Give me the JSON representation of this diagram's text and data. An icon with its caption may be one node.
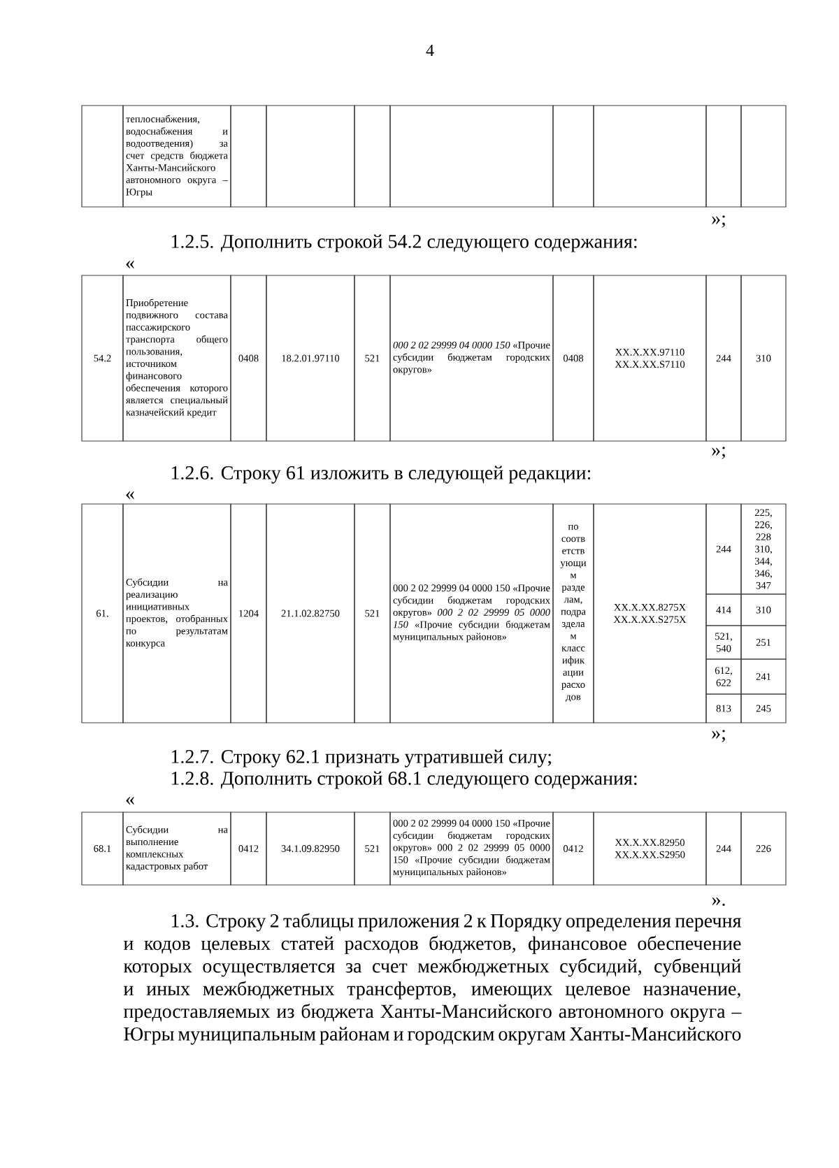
{
  "diagram": {
    "labels": [
      "4",
      "теплоснабжения, водоснабжения и водоотведения) за счет средств бюджета Ханты-Мансийского автономного округа – Югры",
      "»;",
      "1.2.5. Дополнить строкой 54.2 следующего содержания:",
      "«",
      "54.2",
      "Приобретение подвижного состава пассажирского транспорта общего пользования, источником финансового обеспечения которого является специальный казначейский кредит",
      "0408",
      "18.2.01.97110",
      "521",
      "*000 2 02 29999 04 0000 150* «Прочие субсидии бюджетам городских округов»",
      "0408",
      "XX.X.XX.97110 XX.X.XX.S7110",
      "244",
      "310",
      "»;",
      "1.2.6. Строку 61 изложить в следующей редакции:",
      "«",
      "61.",
      "Субсидии на реализацию инициативных проектов, отобранных по результатам конкурса",
      "1204",
      "21.1.02.82750",
      "521",
      "000 2 02 29999 04 0000 150 «Прочие субсидии бюджетам городских округов» *000 2 02 29999 05 0000 150* «Прочие субсидии бюджетам муниципальных районов»",
      "по соотв етств ующи м разде лам, подра здела м класс ифик ации расхо дов",
      "XX.X.XX.8275X XX.X.XX.S275X",
      "244",
      "225, 226, 228 310, 344, 346, 347",
      "414",
      "310",
      "521, 540",
      "251",
      "612, 622",
      "241",
      "813",
      "245",
      "»;",
      "1.2.7. Строку 62.1 признать утратившей силу;",
      "1.2.8. Дополнить строкой 68.1 следующего содержания:",
      "«",
      "68.1",
      "Субсидии на выполнение комплексных кадастровых работ",
      "0412",
      "34.1.09.82950",
      "521",
      "000 2 02 29999 04 0000 150 «Прочие субсидии бюджетам городских округов» 000 2 02 29999 05 0000 150 «Прочие субсидии бюджетам муниципальных районов»",
      "0412",
      "XX.X.XX.82950 XX.X.XX.S2950",
      "244",
      "226",
      "».",
      "1.3. Строку 2 таблицы приложения 2 к Порядку определения перечня и кодов целевых статей расходов бюджетов, финансовое обеспечение которых осуществляется за счет межбюджетных субсидий, субвенций и иных межбюджетных трансфертов, имеющих целевое назначение, предоставляемых из бюджета Ханты-Мансийского автономного округа – Югры муниципальным районам и городским округам Ханты-Мансийского"
    ]
  }
}
